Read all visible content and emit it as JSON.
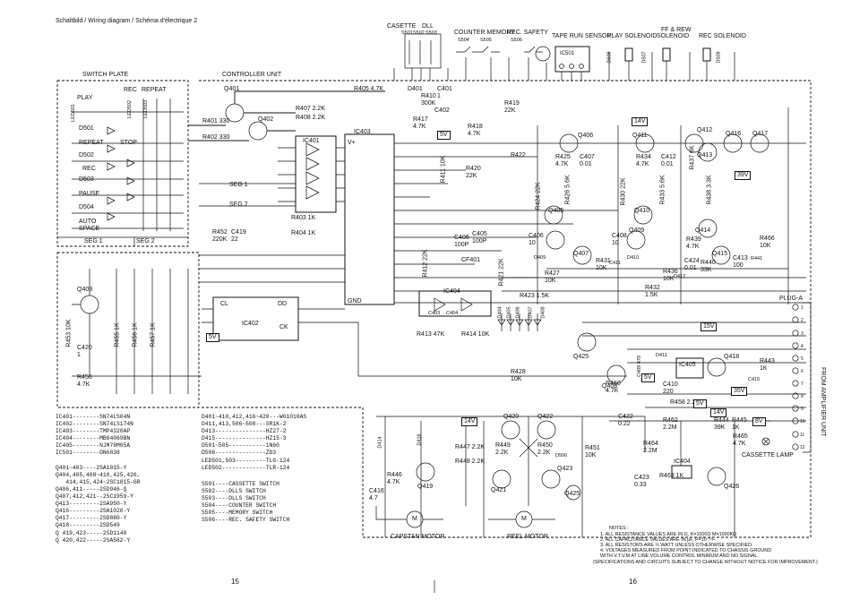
{
  "header": {
    "title": "Schaltbild / Wiring diagram / Schéma d'électrique  2"
  },
  "page_numbers": {
    "left": "15",
    "right": "16"
  },
  "switches_top": {
    "cassette": "CASETTE",
    "dll": "DLL",
    "s501": "S501",
    "s502": "S502",
    "s503": "S503",
    "counter_memory": "COUNTER  MEMORY",
    "s504": "S504",
    "s505": "S505",
    "rec_safety": "REC. SAFETY",
    "s506": "S506",
    "tape_run_sensor": "TAPE RUN SENSOR",
    "ic501": "IC501",
    "play_solenoid": "PLAY SOLENOID",
    "ff_rew": "FF & REW",
    "solenoid": "SOLENOID",
    "rec_solenoid": "REC SOLENOID",
    "d509": "D509",
    "d507": "D507",
    "d508": "D508"
  },
  "switch_plate": {
    "title": "SWITCH  PLATE",
    "play": "PLAY",
    "rec": "REC",
    "repeat": "REPEAT",
    "led501": "LED501",
    "led502": "LED502",
    "led503": "LED503",
    "d501": "D501",
    "repeat2": "REPEAT",
    "stop": "STOP",
    "d502": "D502",
    "rec2": "REC",
    "d503": "D503",
    "pause": "PAUSE",
    "d504": "D504",
    "auto_space": "AUTO\nSPACE",
    "seg1": "SEG 1",
    "seg2": "SEG 2"
  },
  "controller": {
    "title": "CONTROLLER UNIT",
    "q401": "Q401",
    "q402": "Q402",
    "q403": "Q403",
    "r401": "R401 330",
    "r402": "R402 330",
    "r405": "R405  4.7K",
    "r407": "R407  2.2K",
    "r408": "R408  2.2K",
    "ic401": "IC401",
    "ic403": "IC403",
    "ic402": "IC402",
    "ic404": "IC404",
    "seg1": "SEG 1",
    "seg2": "SEG 2",
    "r403": "R403 1K",
    "r404": "R404 1K",
    "r452": "R452\n220K",
    "c419": "C419\n22",
    "d401": "D401",
    "r410": "R410\n300K",
    "c401": "C401\n1",
    "c402": "C402",
    "v5": "5V",
    "v5b": "5V",
    "vplus": "V+",
    "gnd": "GND",
    "cl": "CL",
    "dd": "DD",
    "ck": "CK",
    "r453": "R453  10K",
    "c420": "C420\n1",
    "r455": "R455 1K",
    "r456": "R456 1K",
    "r457": "R457 1K",
    "r456b": "R456\n4.7K",
    "r411": "R411 10K",
    "r412": "R412 22K",
    "r413": "R413 47K",
    "r414": "R414 10K",
    "c403": "C403",
    "c404": "C404",
    "c405": "C405\n100P",
    "c406": "C406\n100P",
    "cf401": "CF401",
    "r419": "R419\n22K",
    "r418": "R418\n4.7K",
    "r417": "R417\n4.7K",
    "r420": "R420\n22K",
    "r421": "R421 22K",
    "r422": "R422",
    "q405": "Q405",
    "q406": "Q406",
    "q407": "Q407",
    "q408": "Q408",
    "q409": "Q409",
    "q410": "Q410",
    "q411": "Q411",
    "q412": "Q412",
    "q413": "Q413",
    "q414": "Q414",
    "q415": "Q415",
    "q416": "Q416",
    "q417": "Q417",
    "q418": "Q418",
    "q419": "Q419",
    "q420": "Q420",
    "q421": "Q421",
    "q422": "Q422",
    "q423": "Q423",
    "q424": "Q424",
    "q425": "Q425",
    "q426": "Q426",
    "r425": "R425\n4.7K",
    "c407": "C407\n0.01",
    "r434": "R434\n4.7K",
    "c412": "C412\n0.01",
    "r424": "R424 22K",
    "r426": "R426 5.6K",
    "r430": "R430 22K",
    "r433": "R433 5.6K",
    "r438": "R438  3.3K",
    "r437": "R437  6K",
    "c406b": "C406\n10",
    "c408": "C408\n10",
    "r427": "R427\n10K",
    "d409": "D409",
    "d410": "D410",
    "c411": "C411",
    "r431": "R431\n10K",
    "r432": "R432\n1.5K",
    "r436": "R436\n10K",
    "r439": "R439\n4.7K",
    "c424": "C424\n0.01",
    "r440": "R440\n33K",
    "d412": "D412",
    "c413": "C413\n100",
    "r441": "R441",
    "r466": "R466\n10K",
    "v14": "14V",
    "v39": "39V",
    "v14b": "14V",
    "v35": "35V",
    "v15": "15V",
    "r423": "R423 1.5K",
    "r428": "R428\n10K",
    "d404": "D404",
    "d405": "D405",
    "d406": "D406",
    "d407": "D407",
    "d408": "D408",
    "d411": "D411",
    "ic405": "IC405",
    "c409": "C409 470",
    "c410": "C410\n220",
    "r460": "R460\n4.7K",
    "r443": "R443\n1K",
    "c415": "C415",
    "r458": "R458 2.2K",
    "v5c": "5V",
    "v5d": "5V",
    "d414": "D414",
    "d416": "D416",
    "r446": "R446\n4.7K",
    "c416": "C416\n4.7",
    "r447": "R447  2.2K",
    "r449": "R449\n2.2K",
    "r448": "R448  2.2K",
    "r450": "R450\n2.2K",
    "d506": "D506",
    "r451": "R451\n10K",
    "c422": "C422\n0.22",
    "r462": "R462\n2.2M",
    "r464": "R464\n2.2M",
    "c423": "C423\n0.33",
    "r463": "R463 1K",
    "ic404b": "IC404",
    "r465": "R465\n4.7K",
    "r444": "R444\n39K",
    "r445": "R445\n1K",
    "v14c": "14V",
    "v8": "8V"
  },
  "plug": {
    "label": "PLUG-A",
    "pins": [
      "1",
      "2",
      "3",
      "4",
      "5",
      "6",
      "7",
      "8",
      "9",
      "10",
      "11",
      "12"
    ],
    "from_amp": "FROM AMPLIFIER UNIT",
    "cassette_lamp": "CASSETTE LAMP"
  },
  "motors": {
    "capstan": "CAPSTAN MOTOR",
    "reel": "REEL MOTOR",
    "m": "M"
  },
  "parts_list": [
    "IC401--------SN74LS04N",
    "IC402--------SN74LS174N",
    "IC403--------TMP4320AP",
    "IC404--------MB84069BN",
    "IC405--------NJM78M05A",
    "IC501--------DN6838",
    "",
    "Q401~403----2SA1015-Y",
    "Q404,405,408~410,425,426,",
    "   414,415,424~2SC1815-GR",
    "Q406,411-----2SD946-Q",
    "Q407,412,421--2SC1959-Y",
    "Q413---------2SA950-Y",
    "Q416---------2SA1020-Y",
    "Q417---------2SD880-Y",
    "Q418---------2SD549",
    "Q 419,423-----2SD1140",
    "Q 420,422-----2SA562-Y"
  ],
  "diode_list": [
    "D401~410,412,416~420---WG1010AS",
    "D411,413,506~508---SR1K-2",
    "D413---------------HZ27-2",
    "D415---------------HZ15-3",
    "D501~505-----------1N60",
    "D506---------------ZD3",
    "LED501,503---------TLG-124",
    "LED502-------------TLR-124"
  ],
  "switch_list": [
    "S501----CASSETTE SWITCH",
    "S502----DLLS SWITCH",
    "S503----DLLS SWITCH",
    "S504----COUNTER SWITCH",
    "S505----MEMORY SWITCH",
    "S506----REC. SAFETY SWITCH"
  ],
  "notes": {
    "title": "NOTES :",
    "lines": [
      "1. ALL RESISTANCE VALUES ARE IN Ω,  K=1000Ω M=1000KΩ",
      "2. ALL CAPACITANCE VALUES ARE IN μF, P=10⁻¹²F",
      "3. ALL RESISTORS ARE ¼ WATT UNLESS OTHERWISE SPECIFIED.",
      "4. VOLTAGES MEASURED FROM POINT INDICATED TO CHASSIS GROUND",
      "   WITH V.T.V.M AT LINE VOLUME CONTROL MINIMUM AND NO SIGNAL.",
      "(SPECIFICATIONS AND CIRCUITS SUBJECT TO CHANGE WITHOUT NOTICE FOR IMPROVEMENT.)"
    ]
  }
}
